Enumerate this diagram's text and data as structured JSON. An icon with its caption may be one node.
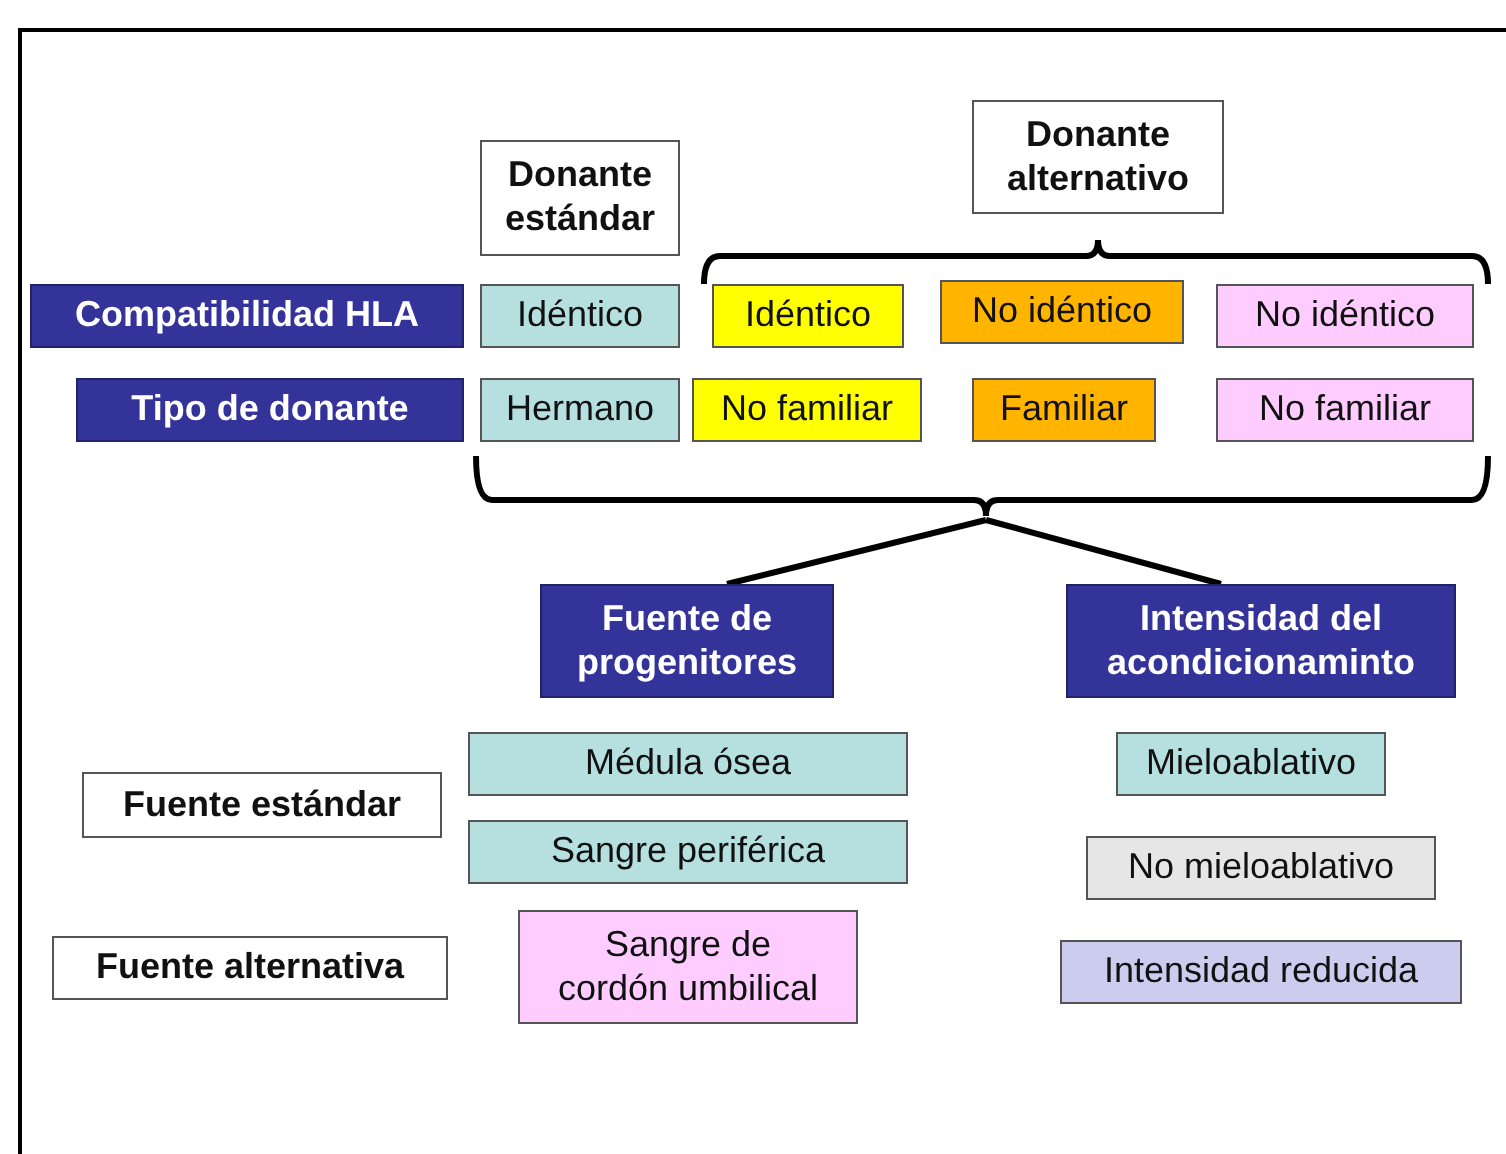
{
  "diagram": {
    "nodes": [
      {
        "text": [
          "Donante estándar"
        ]
      },
      {
        "text": [
          "Donante alternativo"
        ]
      },
      {
        "text": [
          "Compatibilidad HLA"
        ]
      },
      {
        "text": [
          "Idéntico"
        ]
      },
      {
        "text": [
          "Idéntico"
        ]
      },
      {
        "text": [
          "No idéntico"
        ]
      },
      {
        "text": [
          "No idéntico"
        ]
      },
      {
        "text": [
          "Tipo de donante"
        ]
      },
      {
        "text": [
          "Hermano"
        ]
      },
      {
        "text": [
          "No familiar"
        ]
      },
      {
        "text": [
          "Familiar"
        ]
      },
      {
        "text": [
          "No familiar"
        ]
      },
      {
        "text": [
          "Fuente de progenitores"
        ]
      },
      {
        "text": [
          "Intensidad del acondicionaminto"
        ]
      },
      {
        "text": [
          "Fuente estándar"
        ]
      },
      {
        "text": [
          "Médula ósea"
        ]
      },
      {
        "text": [
          "Sangre periférica"
        ]
      },
      {
        "text": [
          "Fuente alternativa"
        ]
      },
      {
        "text": [
          "Sangre de cordón umbilical"
        ]
      },
      {
        "text": [
          "Mieloablativo"
        ]
      },
      {
        "text": [
          "No mieloablativo"
        ]
      },
      {
        "text": [
          "Intensidad reducida"
        ]
      },
      {
        "text": [],
        "shape": "bracket"
      }
    ],
    "edges": [
      {
        "from": 22,
        "to": 12,
        "arrow": "none"
      },
      {
        "from": 22,
        "to": 13,
        "arrow": "none"
      }
    ]
  }
}
